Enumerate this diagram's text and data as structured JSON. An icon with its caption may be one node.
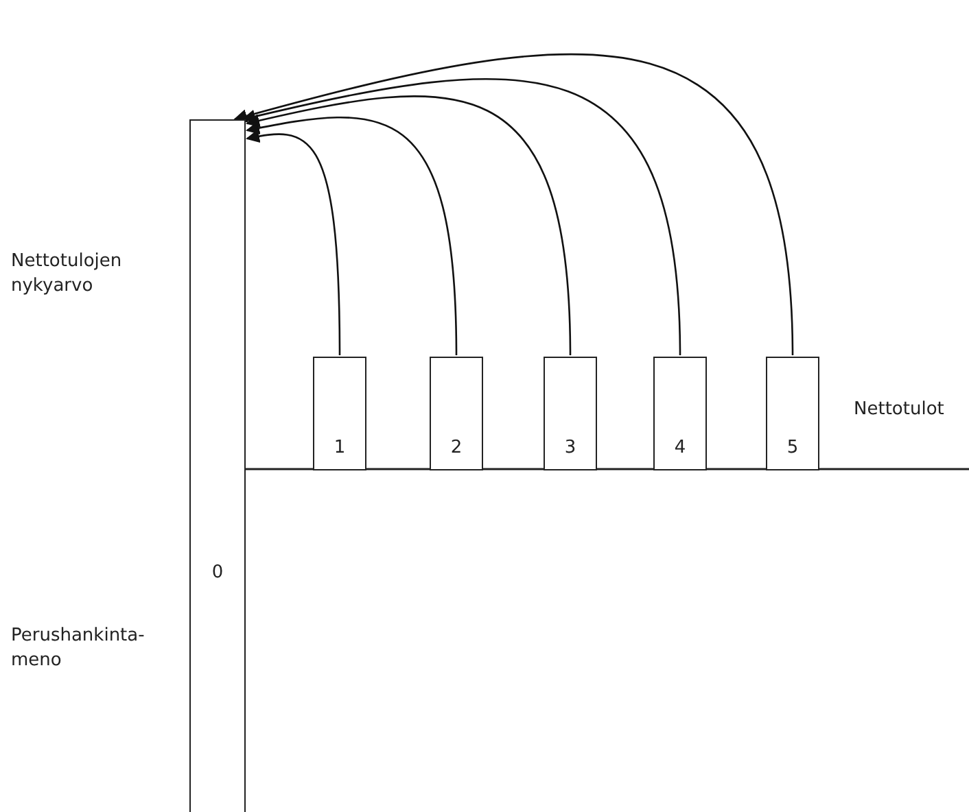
{
  "diagram": {
    "nodes": [
      {
        "text": [
          "0"
        ]
      },
      {
        "text": [
          "1"
        ]
      },
      {
        "text": [
          "2"
        ]
      },
      {
        "text": [
          "3"
        ]
      },
      {
        "text": [
          "4"
        ]
      },
      {
        "text": [
          "5"
        ]
      }
    ],
    "edges": [
      {
        "from": 1,
        "to": 0,
        "arrow": "to"
      },
      {
        "from": 2,
        "to": 0,
        "arrow": "to"
      },
      {
        "from": 3,
        "to": 0,
        "arrow": "to"
      },
      {
        "from": 4,
        "to": 0,
        "arrow": "to"
      },
      {
        "from": 5,
        "to": 0,
        "arrow": "to"
      }
    ],
    "labels": [
      "Nettotulojen nykyarvo",
      "Nettotulot",
      "Perushankinta-meno"
    ]
  }
}
